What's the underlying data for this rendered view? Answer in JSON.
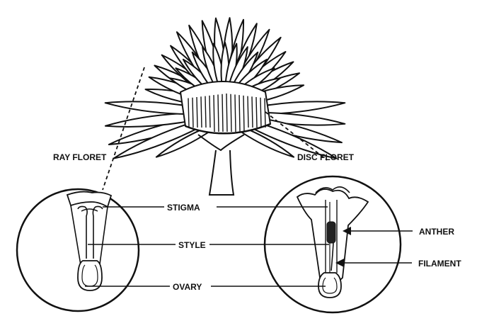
{
  "labels": {
    "ray_floret": "RAY FLORET",
    "disc_floret": "DISC FLORET",
    "stigma": "STIGMA",
    "style": "STYLE",
    "ovary": "OVARY",
    "anther": "ANTHER",
    "filament": "FILAMENT"
  },
  "colors": {
    "line": "#111111",
    "background": "#ffffff",
    "anther_fill": "#222222"
  }
}
